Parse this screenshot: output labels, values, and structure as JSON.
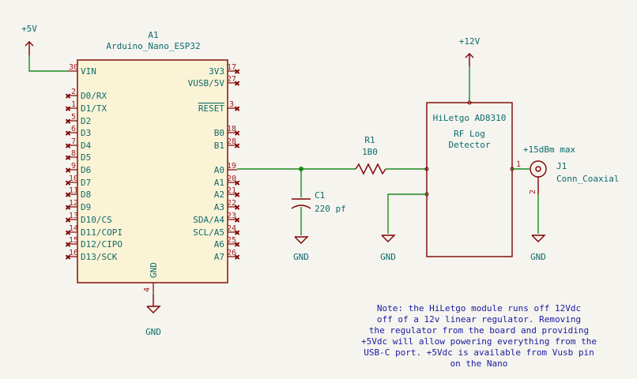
{
  "arduino": {
    "ref": "A1",
    "value": "Arduino_Nano_ESP32",
    "left_pins": [
      {
        "num": "30",
        "name": "VIN"
      },
      {
        "num": "2",
        "name": "D0/RX"
      },
      {
        "num": "1",
        "name": "D1/TX"
      },
      {
        "num": "5",
        "name": "D2"
      },
      {
        "num": "6",
        "name": "D3"
      },
      {
        "num": "7",
        "name": "D4"
      },
      {
        "num": "8",
        "name": "D5"
      },
      {
        "num": "9",
        "name": "D6"
      },
      {
        "num": "10",
        "name": "D7"
      },
      {
        "num": "11",
        "name": "D8"
      },
      {
        "num": "12",
        "name": "D9"
      },
      {
        "num": "13",
        "name": "D10/CS"
      },
      {
        "num": "14",
        "name": "D11/COPI"
      },
      {
        "num": "15",
        "name": "D12/CIPO"
      },
      {
        "num": "16",
        "name": "D13/SCK"
      }
    ],
    "right_pins": [
      {
        "num": "17",
        "name": "3V3"
      },
      {
        "num": "27",
        "name": "VUSB/5V"
      },
      {
        "num": "3",
        "name": "RESET"
      },
      {
        "num": "18",
        "name": "B0"
      },
      {
        "num": "28",
        "name": "B1"
      },
      {
        "num": "19",
        "name": "A0"
      },
      {
        "num": "20",
        "name": "A1"
      },
      {
        "num": "21",
        "name": "A2"
      },
      {
        "num": "22",
        "name": "A3"
      },
      {
        "num": "23",
        "name": "SDA/A4"
      },
      {
        "num": "24",
        "name": "SCL/A5"
      },
      {
        "num": "25",
        "name": "A6"
      },
      {
        "num": "26",
        "name": "A7"
      }
    ],
    "gnd_pin": {
      "num": "4",
      "name": "GND"
    }
  },
  "power": {
    "p5v": "+5V",
    "p12v": "+12V",
    "gnd": "GND"
  },
  "resistor": {
    "ref": "R1",
    "value": "1B0"
  },
  "capacitor": {
    "ref": "C1",
    "value": "220 pf"
  },
  "module": {
    "title": "HiLetgo AD8310",
    "subtitle_line1": "RF Log",
    "subtitle_line2": "Detector"
  },
  "connector": {
    "ref": "J1",
    "value": "Conn_Coaxial",
    "pin1": "1",
    "pin2": "2",
    "label": "+15dBm max"
  },
  "note": {
    "lines": [
      "Note: the HiLetgo module runs off 12Vdc",
      "off of a 12v linear regulator. Removing",
      "the regulator from the board and providing",
      "+5Vdc will allow powering everything from the",
      "USB-C port. +5Vdc is available from Vusb pin",
      "on the Nano"
    ]
  }
}
